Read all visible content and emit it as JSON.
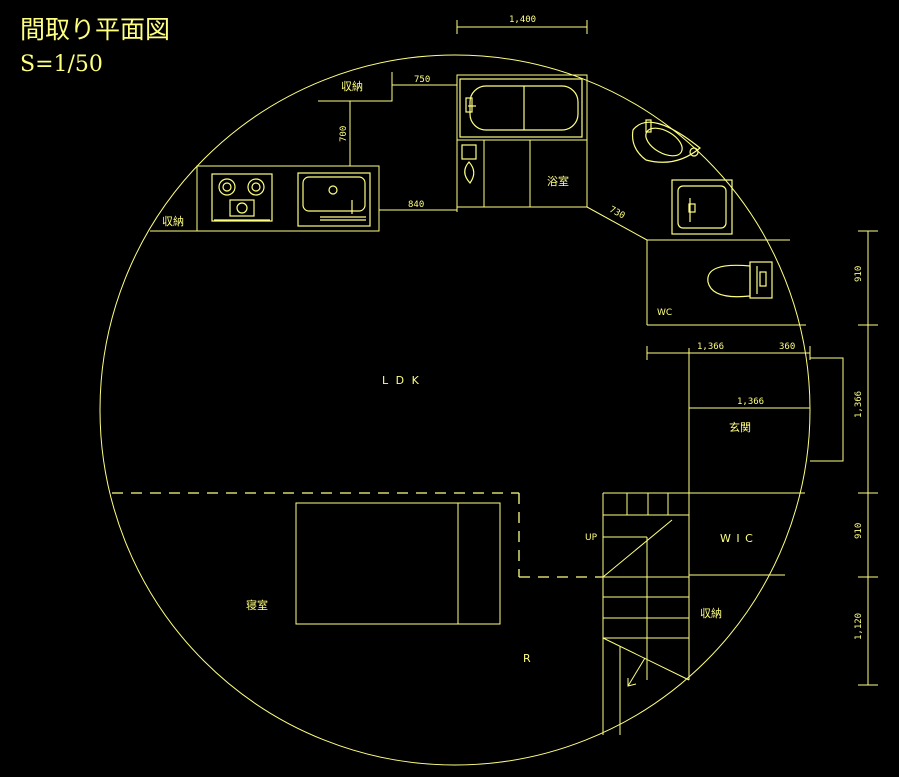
{
  "title": "間取り平面図",
  "scale": "S=1/50",
  "colors": {
    "line": "#ffff80",
    "fixture": "#ffff80",
    "background": "#000000"
  },
  "rooms": {
    "ldk": "L D K",
    "bath": "浴室",
    "wc": "WC",
    "entrance": "玄関",
    "wic": "W I C",
    "storage_top": "収納",
    "storage_left": "収納",
    "storage_right": "収納",
    "bedroom": "寝室",
    "r": "R",
    "stairs_up": "UP"
  },
  "dimensions": {
    "d1400": "1,400",
    "d750": "750",
    "d700": "700",
    "d840": "840",
    "d730": "730",
    "d1366a": "1,366",
    "d360": "360",
    "d1366b": "1,366",
    "d1366c": "1,366",
    "d910a": "910",
    "d910b": "910",
    "d1120": "1,120"
  },
  "icons": [
    "bathtub-icon",
    "washbasin-icon",
    "washing-machine-icon",
    "toilet-icon",
    "stove-icon",
    "kitchen-sink-icon",
    "bed-icon",
    "stair-arrow-icon"
  ]
}
